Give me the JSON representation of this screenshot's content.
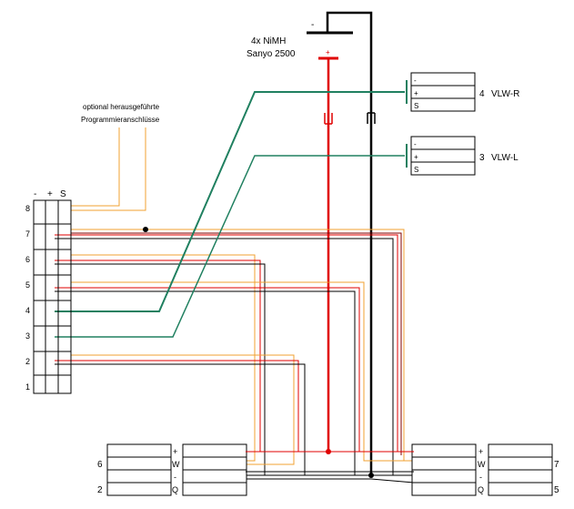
{
  "battery": {
    "line1": "4x NiMH",
    "line2": "Sanyo 2500",
    "minus_label": "-",
    "plus_label": "+",
    "color_plus": "#e00000",
    "color_minus": "#000000"
  },
  "annotation": {
    "line1": "optional herausgeführte",
    "line2": "Programmieranschlüsse",
    "color": "#e8a020"
  },
  "receiver": {
    "headers": [
      "-",
      "+",
      "S"
    ],
    "rows": [
      "8",
      "7",
      "6",
      "5",
      "4",
      "3",
      "2",
      "1"
    ]
  },
  "servo_connectors": [
    {
      "id": "vlw-r",
      "pins": [
        "-",
        "+",
        "S"
      ],
      "number": "4",
      "name": "VLW-R"
    },
    {
      "id": "vlw-l",
      "pins": [
        "-",
        "+",
        "S"
      ],
      "number": "3",
      "name": "VLW-L"
    }
  ],
  "bottom_left": {
    "pin_labels": [
      "+",
      "W",
      "-",
      "Q"
    ],
    "numbers": [
      "6",
      "2"
    ]
  },
  "bottom_right": {
    "pin_labels": [
      "+",
      "W",
      "-",
      "Q"
    ],
    "numbers": [
      "7",
      "5"
    ]
  },
  "wire_colors": {
    "power_plus": "#e00000",
    "ground": "#000000",
    "signal_orange": "#f0a030",
    "signal_green": "#208060",
    "dark_red": "#800000"
  }
}
